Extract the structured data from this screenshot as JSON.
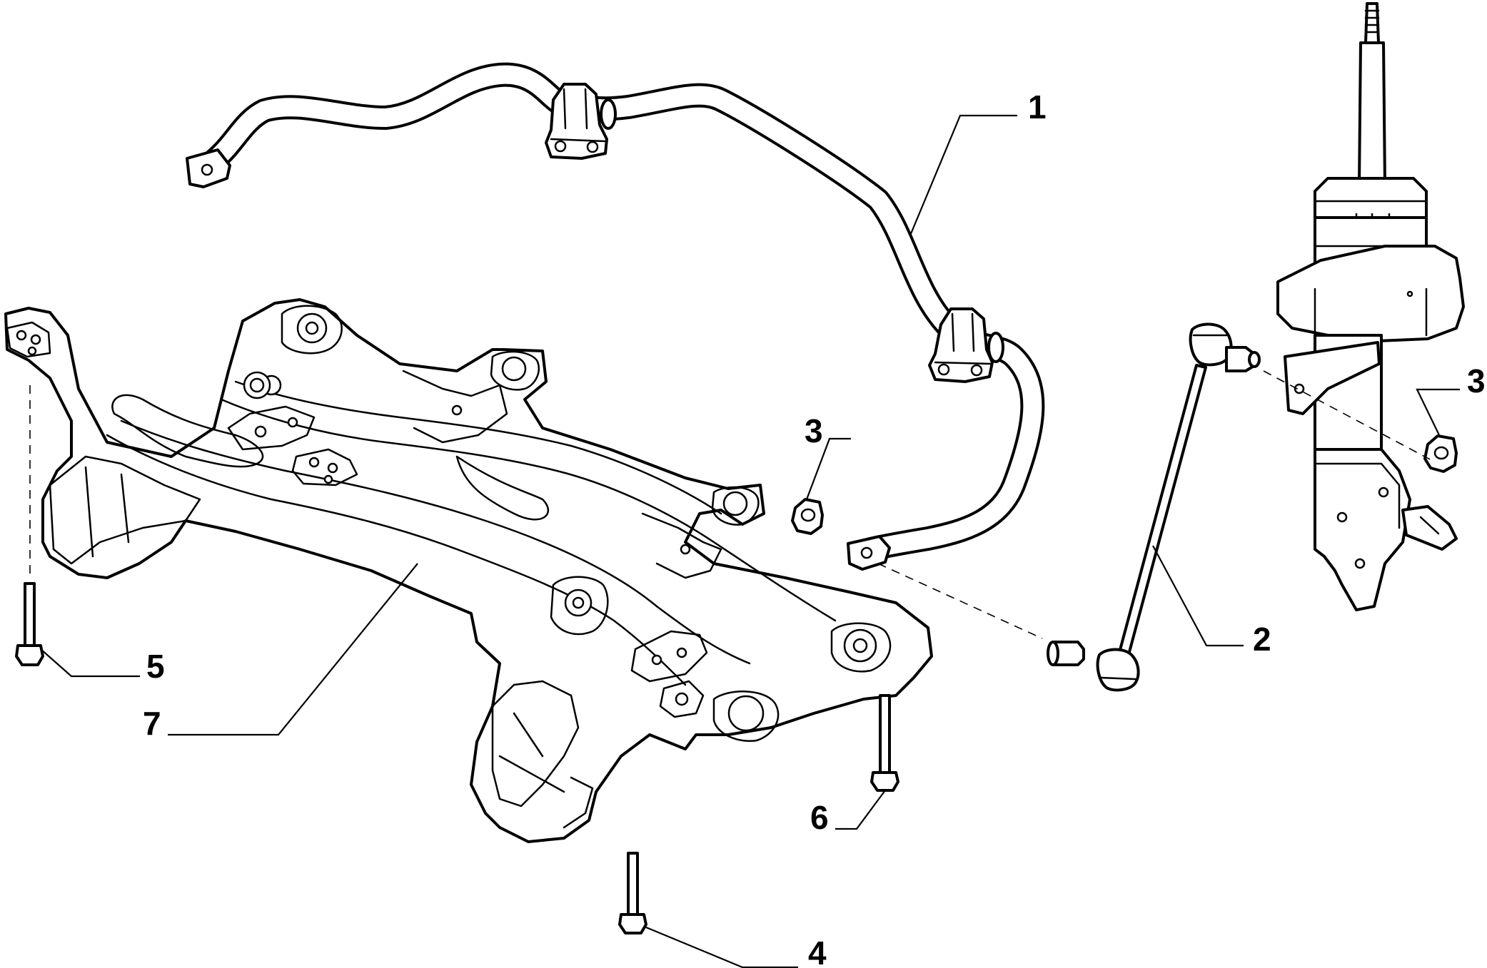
{
  "diagram": {
    "colors": {
      "stroke": "#000000",
      "background": "#ffffff"
    },
    "callouts": [
      {
        "id": "c1",
        "label": "1"
      },
      {
        "id": "c2",
        "label": "2"
      },
      {
        "id": "c3a",
        "label": "3"
      },
      {
        "id": "c3b",
        "label": "3"
      },
      {
        "id": "c4",
        "label": "4"
      },
      {
        "id": "c5",
        "label": "5"
      },
      {
        "id": "c6",
        "label": "6"
      },
      {
        "id": "c7",
        "label": "7"
      }
    ]
  }
}
